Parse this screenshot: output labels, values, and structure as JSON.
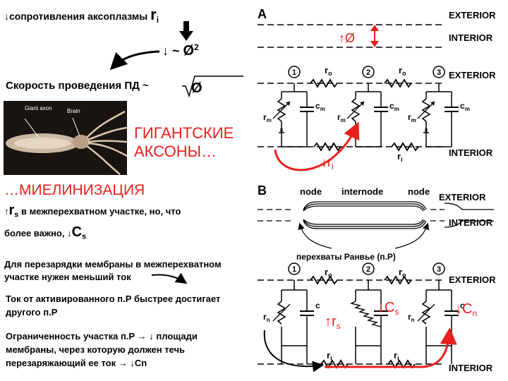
{
  "left": {
    "line1": "↓сопротивления аксоплазмы",
    "line1_symbol": "r",
    "line1_sub": "i",
    "line2_prefix": "↓ ~ ",
    "line2_symbol": "Ø",
    "line2_sup": "2",
    "line3": "Скорость проведения ПД ~",
    "line3_symbol": "Ø",
    "squid_label_giant": "Giant axon",
    "squid_label_brain": "Brain",
    "giant_line1": "ГИГАНТСКИЕ",
    "giant_line2": "АКСОНЫ…",
    "myel_title": "…МИЕЛИНИЗАЦИЯ",
    "rs_prefix": "↑",
    "rs_symbol": "r",
    "rs_sub": "s",
    "rs_text": "в межперехватном участке, но, что",
    "cs_text": "более важно, ↓",
    "cs_symbol": "C",
    "cs_sub": "s",
    "recharge1": "Для перезарядки мембраны в межперехватном",
    "recharge2": "участке нужен меньший ток",
    "current1": "Ток от активированного п.Р быстрее достигает",
    "current2": "другого п.Р",
    "limit1": "Ограниченность участка п.Р → ↓ площади",
    "limit2": "мембраны, через которую должен течь",
    "limit3": "перезаряжающий ее ток → ↓Cn"
  },
  "diagram_a": {
    "label": "A",
    "exterior": "EXTERIOR",
    "interior": "INTERIOR",
    "diam_label": "↑Ø",
    "ri_note": "↓r",
    "ri_note_sub": "i",
    "node_numbers": [
      "1",
      "2",
      "3"
    ],
    "ro": "r",
    "ro_sub": "o",
    "ri": "r",
    "ri_sub": "i",
    "rm": "r",
    "rm_sub": "m",
    "cm": "c",
    "cm_sub": "m"
  },
  "diagram_b": {
    "label": "B",
    "node": "node",
    "internode": "internode",
    "exterior": "EXTERIOR",
    "interior": "INTERIOR",
    "ranvier": "перехваты Ранвье (п.Р)",
    "node_numbers": [
      "1",
      "2",
      "3"
    ],
    "rs_note": "↑r",
    "rs_note_sub": "s",
    "cs_note": "↓C",
    "cs_note_sub": "s",
    "cn_note": "↓C",
    "cn_note_sub": "n",
    "rn": "r",
    "rn_sub": "n",
    "c": "c",
    "ro": "r",
    "ro_sub": "o",
    "ri": "r",
    "ri_sub": "i"
  },
  "colors": {
    "accent": "#e8201c",
    "text": "#000000",
    "squid_bg": "#1a1410"
  }
}
